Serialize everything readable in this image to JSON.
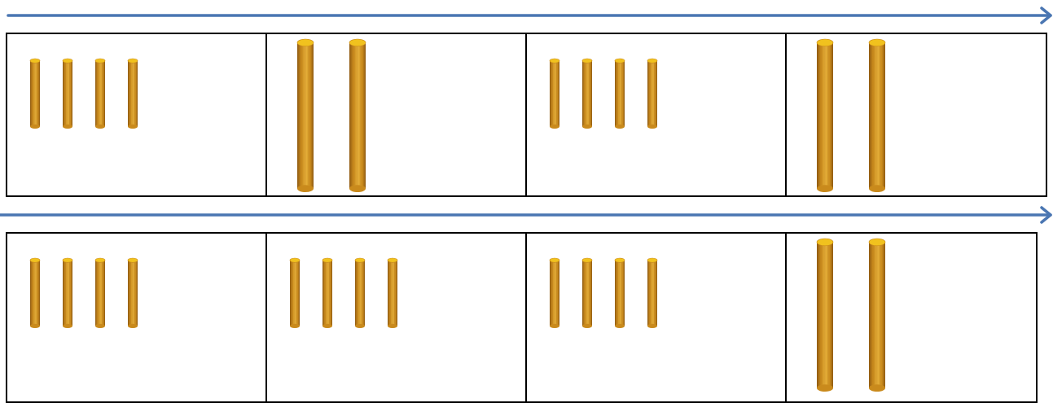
{
  "colors": {
    "arrow": "#4a76b2",
    "border": "#000000",
    "wood_light": "#e6b03a",
    "wood_mid": "#c98a1c",
    "wood_dark": "#8f5a12",
    "cap": "#f1c21e"
  },
  "icons": [
    "arrow-right-icon",
    "short-rod-icon",
    "long-rod-icon"
  ],
  "rows": [
    {
      "cells": [
        {
          "rod_type": "short",
          "count": 4
        },
        {
          "rod_type": "long",
          "count": 2
        },
        {
          "rod_type": "short",
          "count": 4
        },
        {
          "rod_type": "long",
          "count": 2
        }
      ]
    },
    {
      "cells": [
        {
          "rod_type": "short",
          "count": 4
        },
        {
          "rod_type": "short",
          "count": 4
        },
        {
          "rod_type": "short",
          "count": 4
        },
        {
          "rod_type": "long",
          "count": 2
        }
      ]
    }
  ]
}
